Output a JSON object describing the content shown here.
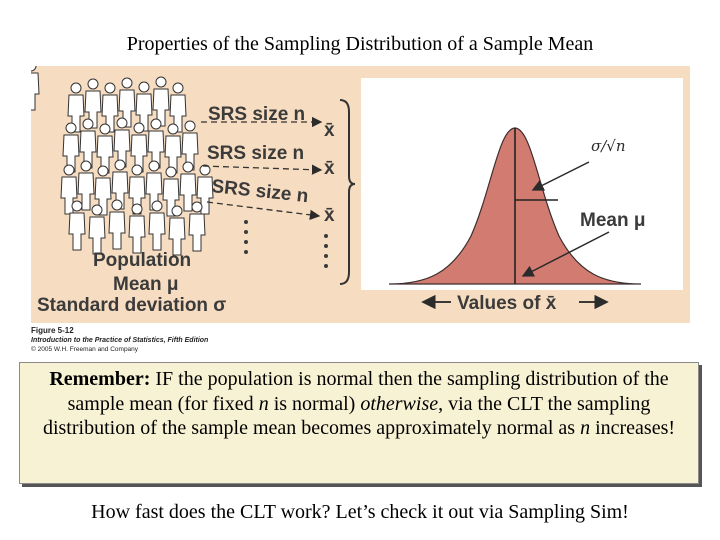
{
  "title": "Properties of the Sampling Distribution of a Sample Mean",
  "figure": {
    "samples": [
      {
        "label": "SRS size n",
        "stat": "x̄"
      },
      {
        "label": "SRS size n",
        "stat": "x̄"
      },
      {
        "label": "SRS size n",
        "stat": "x̄"
      }
    ],
    "population_label": "Population",
    "mean_label": "Mean μ",
    "sd_label": "Standard deviation σ",
    "spread_label": "σ/√n",
    "curve_mean_label": "Mean μ",
    "axis_label": "Values of x̄",
    "caption_number": "Figure 5-12",
    "caption_source": "Introduction to the Practice of Statistics, Fifth Edition",
    "caption_copyright": "© 2005 W.H. Freeman and Company",
    "colors": {
      "panel": "#f6dcc0",
      "plot_bg": "#ffffff",
      "curve_fill": "#d27b70",
      "label_text": "#3b3b3b"
    }
  },
  "remember": {
    "bold": "Remember:",
    "text_1": "  IF the population is normal then the sampling distribution of the sample mean (for fixed ",
    "n1": "n",
    "text_2": " is normal) ",
    "otherwise": "otherwise",
    "text_3": ", via the CLT the sampling distribution of the sample mean becomes approximately normal as ",
    "n2": "n",
    "text_4": " increases!"
  },
  "bottom_text": "How fast does the CLT work?  Let’s check it out via Sampling Sim!"
}
